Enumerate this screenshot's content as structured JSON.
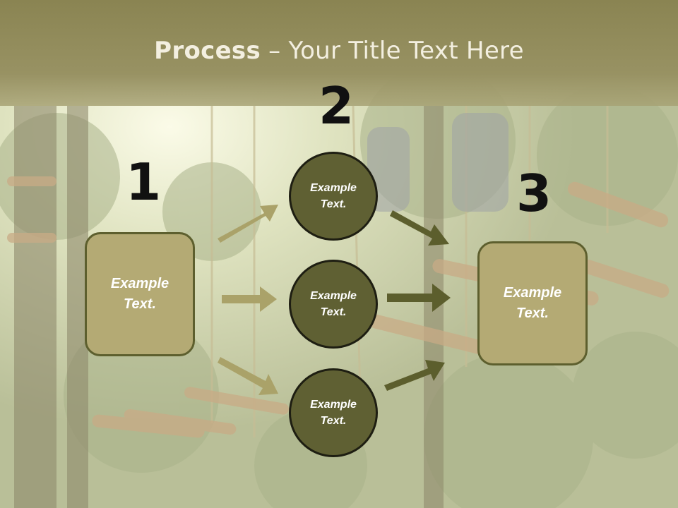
{
  "title": {
    "bold": "Process",
    "rest": " – Your Title Text Here"
  },
  "steps": [
    {
      "number": "1",
      "text": "Example\nText."
    },
    {
      "number": "2",
      "text": ""
    },
    {
      "number": "3",
      "text": "Example\nText."
    }
  ],
  "circles": [
    {
      "text": "Example\nText."
    },
    {
      "text": "Example\nText."
    },
    {
      "text": "Example\nText."
    }
  ],
  "colors": {
    "header_band": "#8d8650",
    "box_fill": "#b4aa74",
    "circle_fill": "#5f6033",
    "left_arrows": "#aaa269",
    "right_arrows": "#5c5e2d"
  }
}
